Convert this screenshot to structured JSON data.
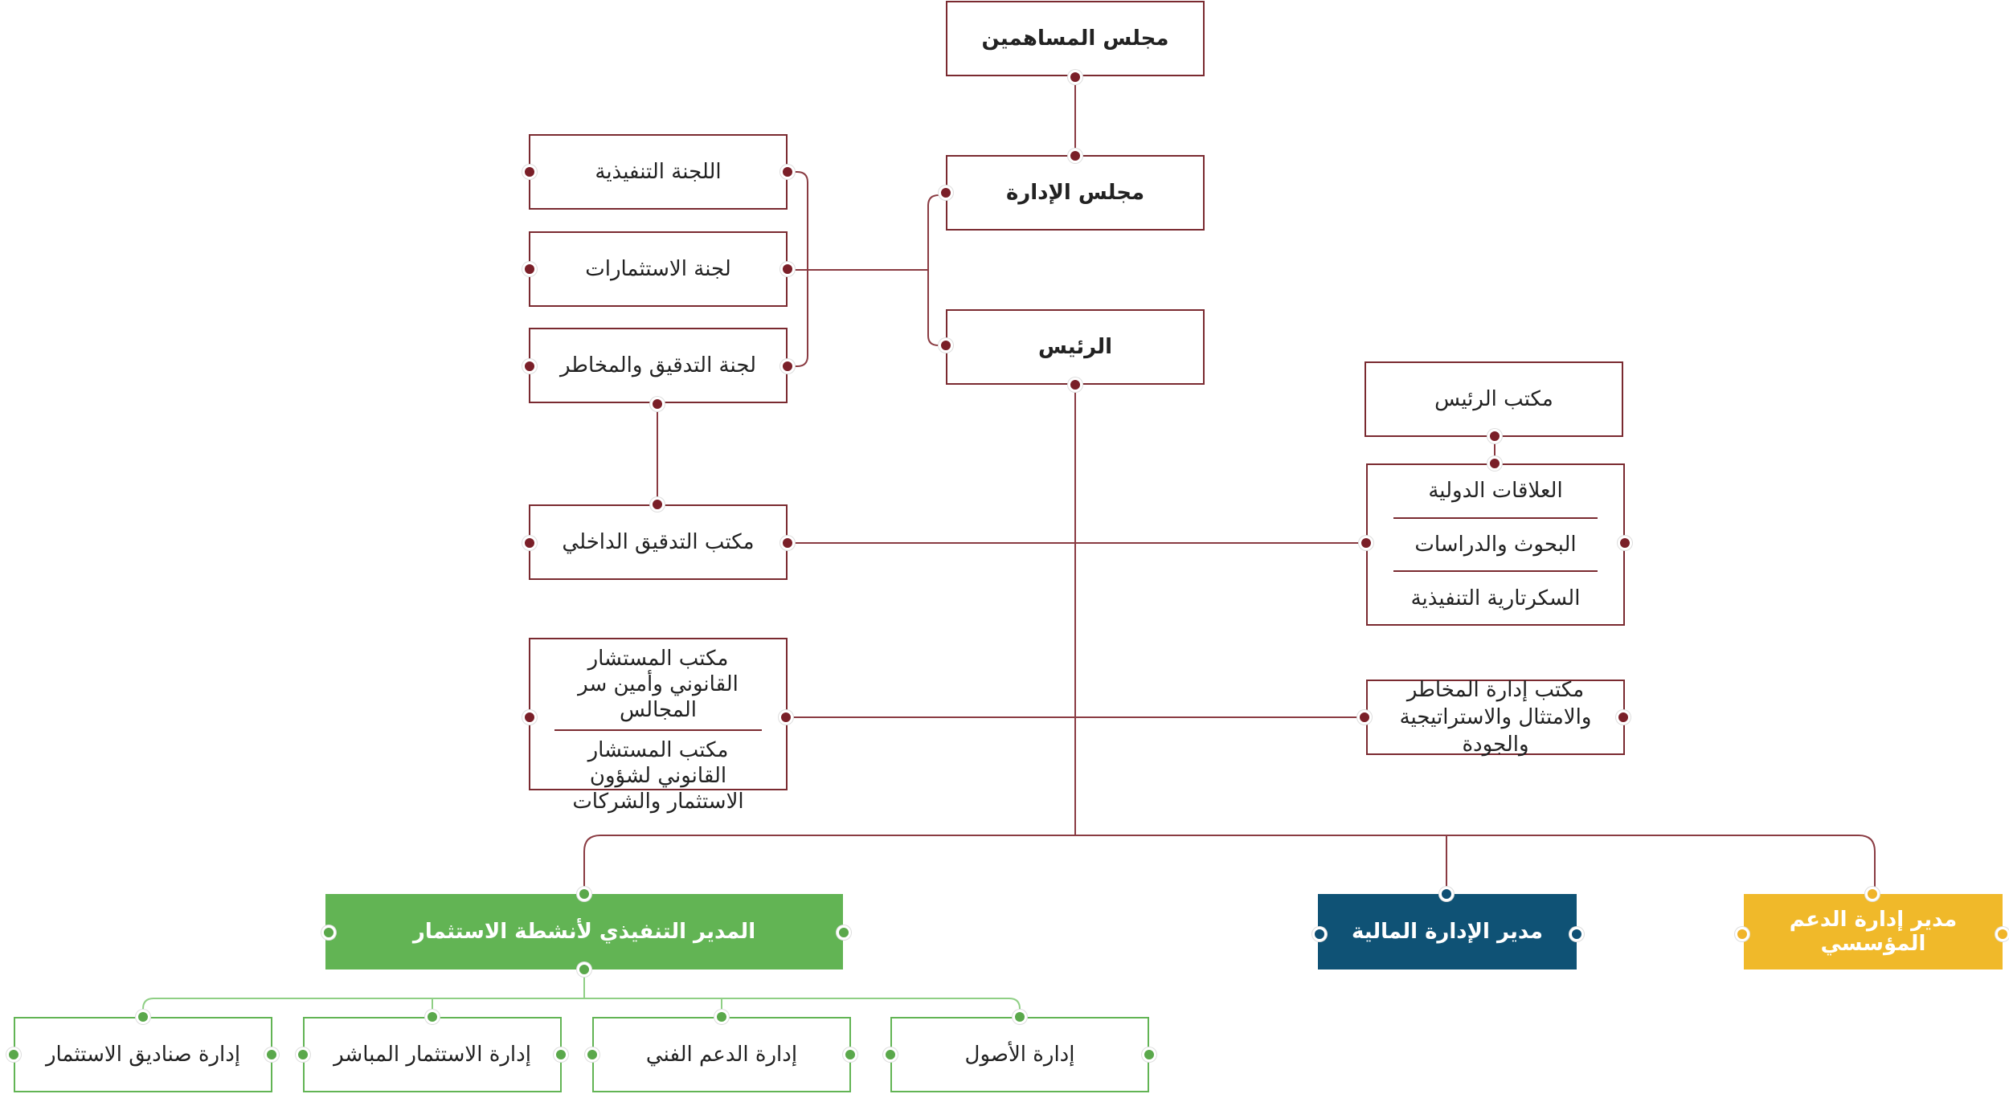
{
  "colors": {
    "line_dark": "#7a2a30",
    "line_green": "#62b454",
    "green": "#62b454",
    "blue": "#0f5275",
    "yellow": "#f0b92a"
  },
  "nodes": {
    "shareholders": "مجلس المساهمين",
    "board": "مجلس الإدارة",
    "chairman": "الرئيس",
    "exec_committee": "اللجنة التنفيذية",
    "investment_committee": "لجنة الاستثمارات",
    "audit_committee": "لجنة التدقيق والمخاطر",
    "internal_audit": "مكتب التدقيق الداخلي",
    "chairman_office": "مكتب الرئيس",
    "office_group": [
      "العلاقات الدولية",
      "البحوث والدراسات",
      "السكرتارية التنفيذية"
    ],
    "legal_group": [
      "مكتب المستشار القانوني وأمين سر المجالس",
      "مكتب المستشار القانوني لشؤون الاستثمار والشركات"
    ],
    "risk_office": "مكتب إدارة المخاطر والامتثال والاستراتيجية والجودة",
    "exec_director": "المدير التنفيذي لأنشطة الاستثمار",
    "finance_director": "مدير الإدارة المالية",
    "support_director": "مدير إدارة الدعم المؤسسي",
    "funds_dept": "إدارة صناديق الاستثمار",
    "direct_investment_dept": "إدارة الاستثمار المباشر",
    "tech_support_dept": "إدارة الدعم الفني",
    "assets_dept": "إدارة الأصول"
  }
}
